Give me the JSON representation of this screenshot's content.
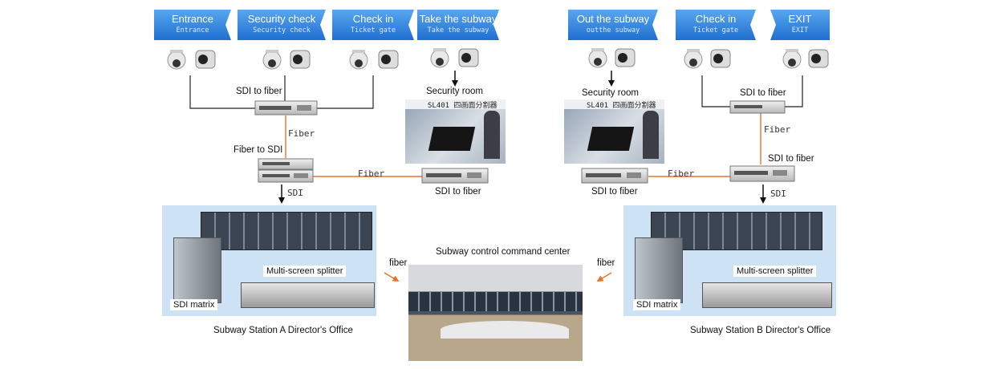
{
  "stages": [
    {
      "label": "Entrance",
      "sub": "Entrance"
    },
    {
      "label": "Security check",
      "sub": "Security check"
    },
    {
      "label": "Check in",
      "sub": "Ticket gate"
    },
    {
      "label": "Take the subway",
      "sub": "Take the subway"
    },
    {
      "label": "Out the subway",
      "sub": "outthe subway"
    },
    {
      "label": "Check in",
      "sub": "Ticket gate"
    },
    {
      "label": "EXIT",
      "sub": "EXIT"
    }
  ],
  "labels": {
    "sdi_to_fiber_top_left": "SDI to fiber",
    "fiber_left_vertical": "Fiber",
    "fiber_to_sdi": "Fiber to SDI",
    "fiber_left_horizontal": "Fiber",
    "sdi_left": "SDI",
    "sdi_to_fiber_left_bottom": "SDI to fiber",
    "security_room_left": "Security room",
    "splitter_screen_left": "SL401 四画面分割器",
    "security_room_right": "Security room",
    "splitter_screen_right": "SL401 四画面分割器",
    "sdi_to_fiber_right_mid": "SDI to fiber",
    "fiber_right_horizontal": "Fiber",
    "sdi_to_fiber_top_right": "SDI to fiber",
    "fiber_right_vertical": "Fiber",
    "sdi_to_fiber_right_bottom": "SDI to fiber",
    "sdi_right": "SDI",
    "command_center": "Subway control command center",
    "fiber_left_link": "fiber",
    "fiber_right_link": "fiber",
    "office_a": "Subway Station A Director's Office",
    "office_b": "Subway Station B Director's Office",
    "multi_screen_splitter_a": "Multi-screen splitter",
    "sdi_matrix_a": "SDI matrix",
    "multi_screen_splitter_b": "Multi-screen splitter",
    "sdi_matrix_b": "SDI matrix"
  },
  "colors": {
    "tab_blue": "#1f6fd1",
    "fiber_orange": "#e8732b",
    "panel_blue": "#cde2f5"
  }
}
